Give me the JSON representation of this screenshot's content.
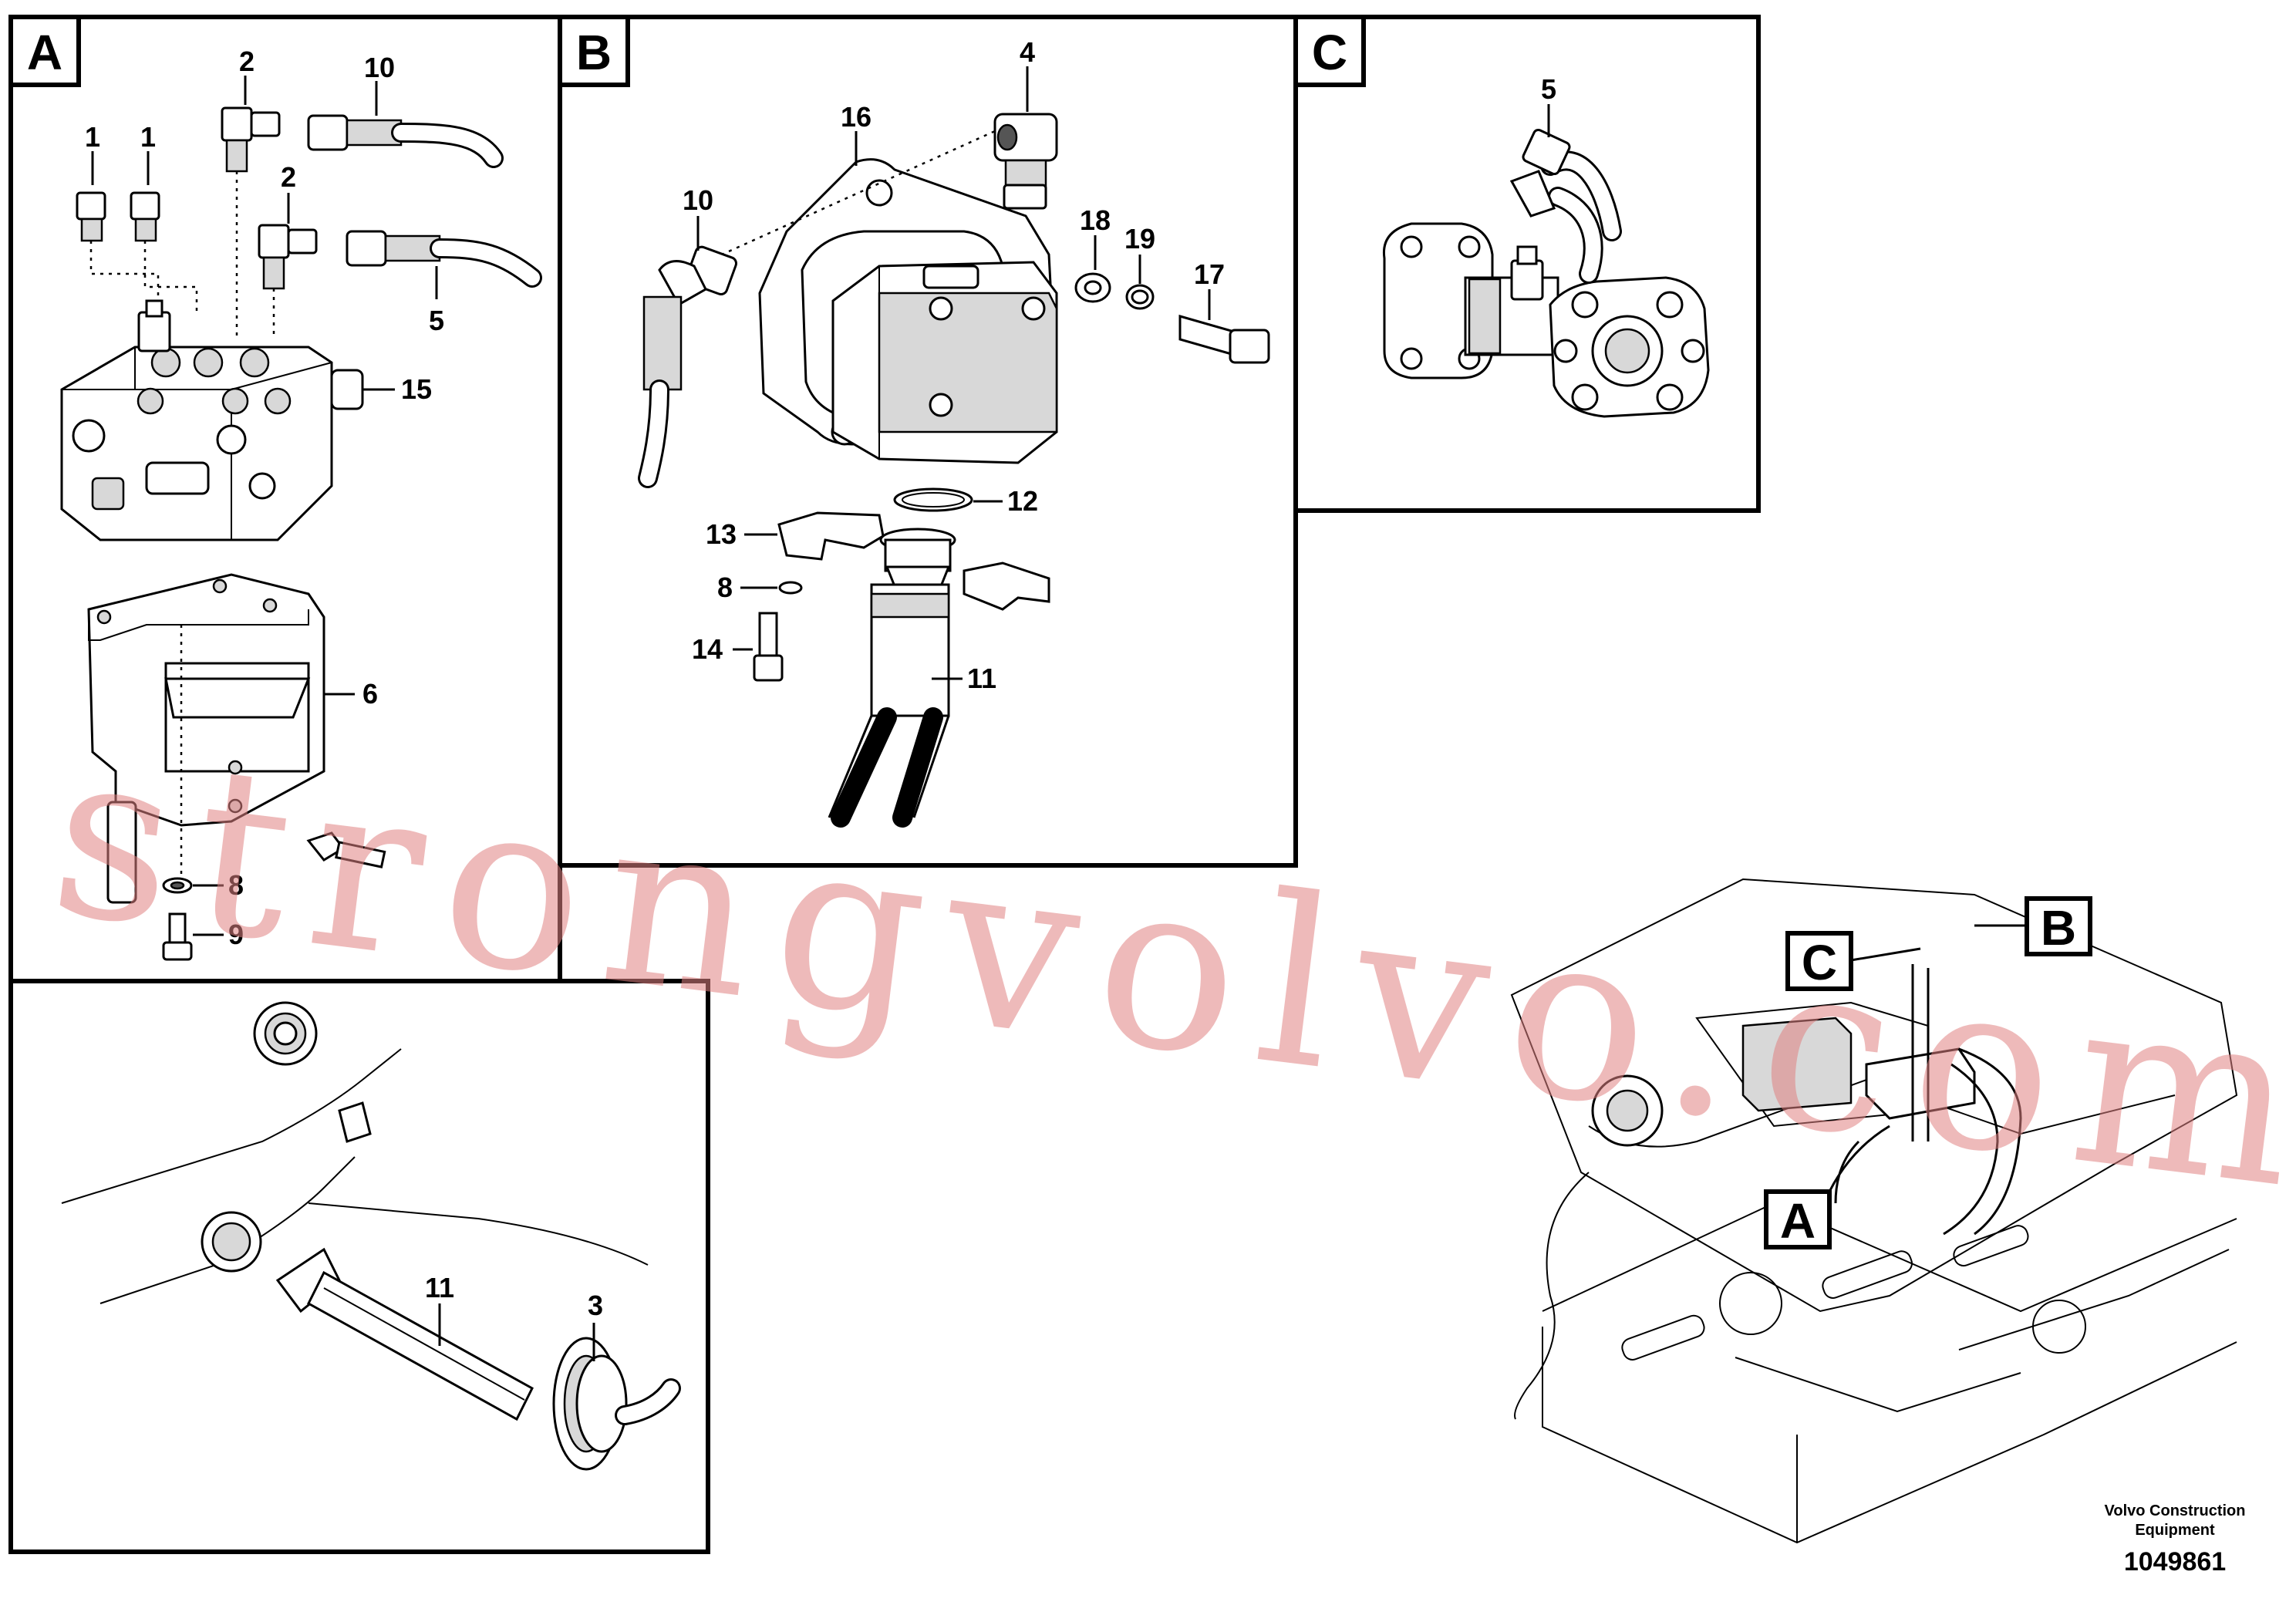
{
  "panels": {
    "a": {
      "label": "A"
    },
    "b": {
      "label": "B"
    },
    "c": {
      "label": "C"
    }
  },
  "callouts": {
    "a": [
      "1",
      "1",
      "2",
      "2",
      "10",
      "5",
      "15",
      "6",
      "8",
      "9"
    ],
    "b": [
      "4",
      "16",
      "10",
      "18",
      "19",
      "17",
      "12",
      "13",
      "8",
      "14",
      "11"
    ],
    "c": [
      "5"
    ],
    "d": [
      "11",
      "3"
    ]
  },
  "overview": {
    "labels": [
      "B",
      "C",
      "A"
    ]
  },
  "watermark": "strongvolvo.com",
  "footer": {
    "company_line1": "Volvo Construction",
    "company_line2": "Equipment",
    "figure_number": "1049861"
  },
  "colors": {
    "line": "#000000",
    "watermark": "#e08282",
    "background": "#ffffff"
  }
}
